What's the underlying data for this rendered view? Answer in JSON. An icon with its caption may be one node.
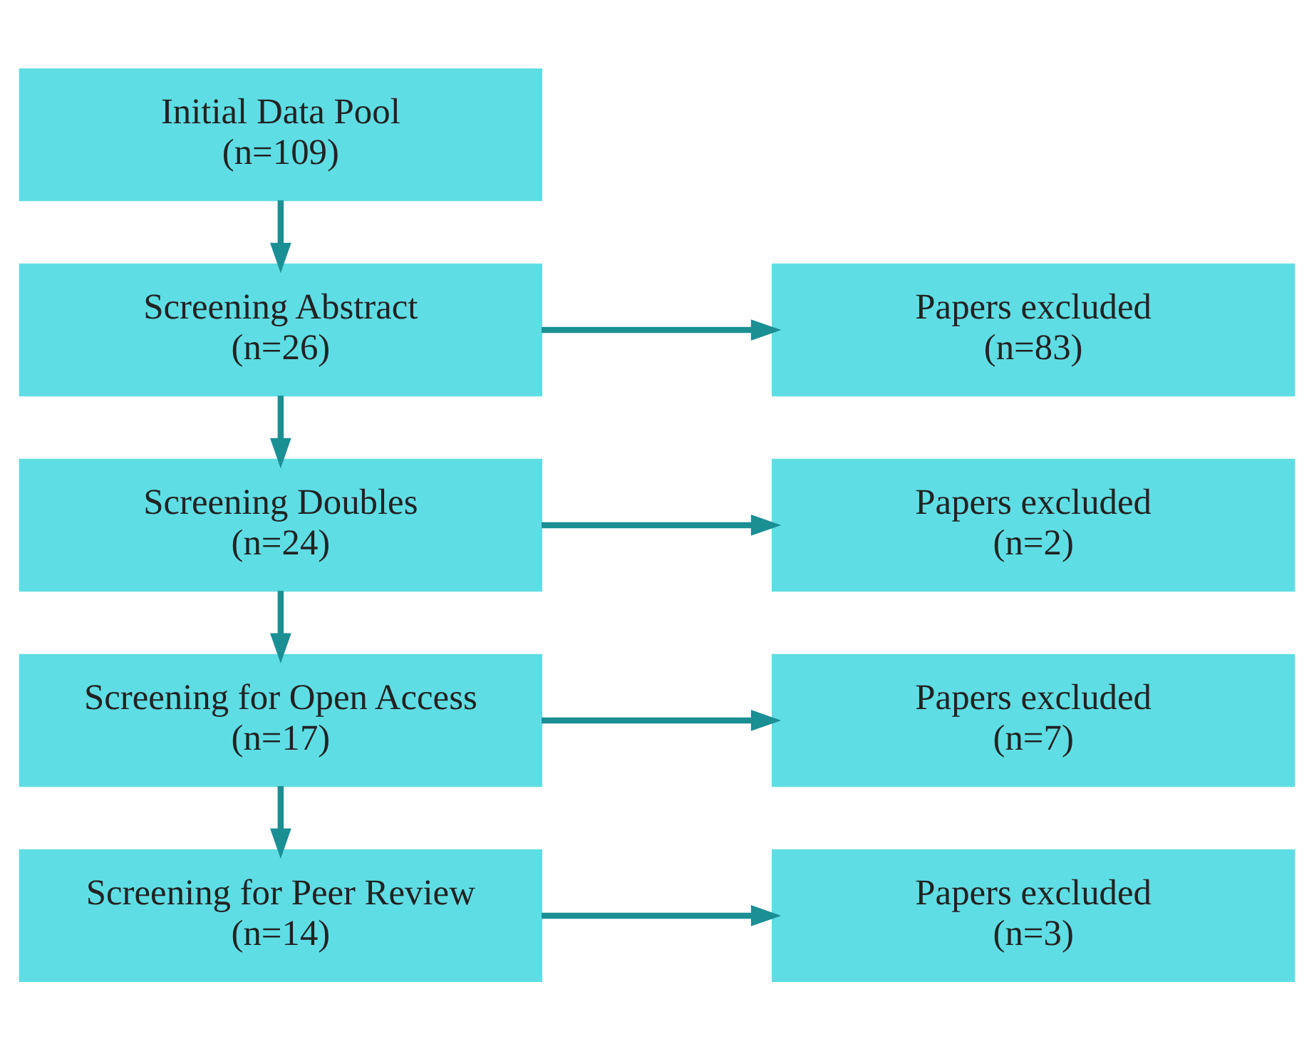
{
  "diagram": {
    "nodes": [
      {
        "text": [
          "Initial Data Pool",
          "(n=109)"
        ]
      },
      {
        "text": [
          "Screening Abstract",
          "(n=26)"
        ]
      },
      {
        "text": [
          "Papers excluded",
          "(n=83)"
        ]
      },
      {
        "text": [
          "Screening Doubles",
          "(n=24)"
        ]
      },
      {
        "text": [
          "Papers excluded",
          "(n=2)"
        ]
      },
      {
        "text": [
          "Screening for Open Access",
          "(n=17)"
        ]
      },
      {
        "text": [
          "Papers excluded",
          "(n=7)"
        ]
      },
      {
        "text": [
          "Screening for Peer Review",
          "(n=14)"
        ]
      },
      {
        "text": [
          "Papers excluded",
          "(n=3)"
        ]
      }
    ],
    "edges": [
      {
        "from": 0,
        "to": 1,
        "arrow": "to"
      },
      {
        "from": 1,
        "to": 2,
        "arrow": "to"
      },
      {
        "from": 1,
        "to": 3,
        "arrow": "to"
      },
      {
        "from": 3,
        "to": 4,
        "arrow": "to"
      },
      {
        "from": 3,
        "to": 5,
        "arrow": "to"
      },
      {
        "from": 5,
        "to": 6,
        "arrow": "to"
      },
      {
        "from": 5,
        "to": 7,
        "arrow": "to"
      },
      {
        "from": 7,
        "to": 8,
        "arrow": "to"
      }
    ]
  }
}
